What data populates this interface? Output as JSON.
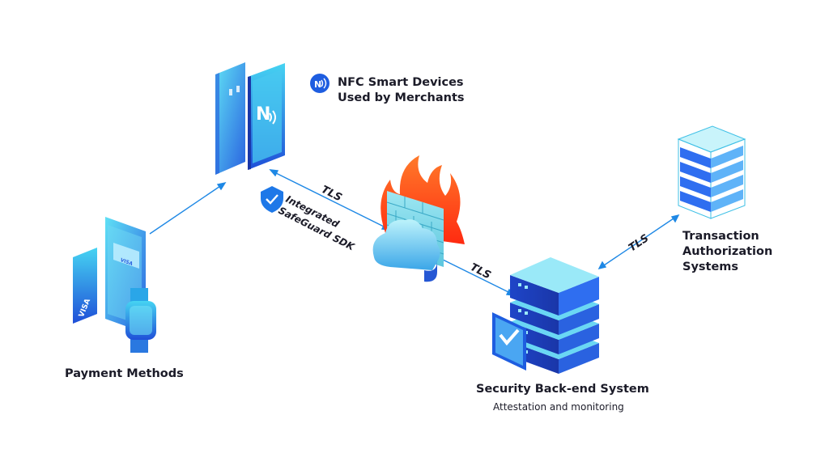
{
  "nodes": {
    "nfc_devices": {
      "line1": "NFC Smart Devices",
      "line2": "Used by Merchants"
    },
    "payment_methods": {
      "label": "Payment Methods",
      "card_text_1": "VISA",
      "card_text_2": "VISA"
    },
    "sdk": {
      "line1": "Integrated",
      "line2": "SafeGuard SDK"
    },
    "backend": {
      "label": "Security Back-end System",
      "sublabel": "Attestation and monitoring"
    },
    "authorization": {
      "line1": "Transaction",
      "line2": "Authorization",
      "line3": "Systems"
    }
  },
  "connections": [
    {
      "from": "nfc_devices",
      "to": "cloud_firewall",
      "label": "TLS"
    },
    {
      "from": "cloud_firewall",
      "to": "backend",
      "label": "TLS"
    },
    {
      "from": "backend",
      "to": "authorization",
      "label": "TLS"
    }
  ],
  "colors": {
    "accent": "#1e88e5",
    "deep_blue": "#1f4fd8",
    "cyan": "#3fd0f0",
    "flame": "#ff4a1c",
    "text": "#1b1b28"
  },
  "icons": [
    "nfc-icon",
    "shield-check-icon",
    "fire-icon",
    "cloud-icon",
    "brick-wall-icon",
    "server-stack-icon",
    "checkmark-icon"
  ]
}
